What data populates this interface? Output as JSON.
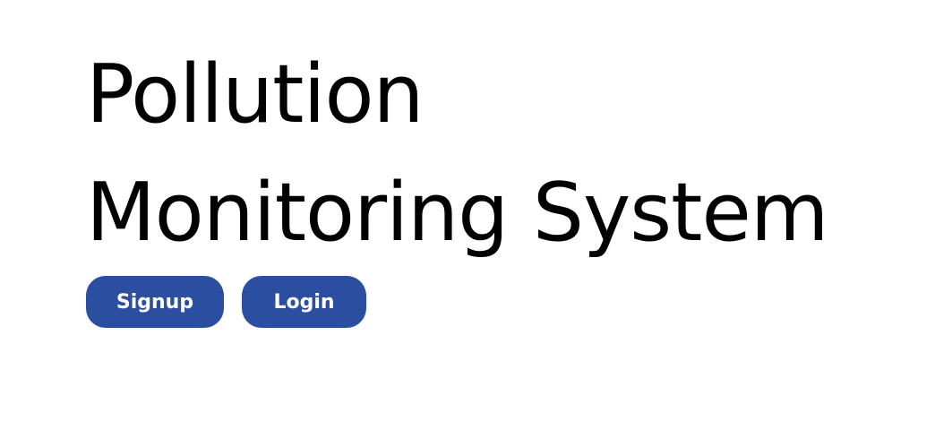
{
  "hero": {
    "title_line_1": "Pollution",
    "title_line_2": "Monitoring System"
  },
  "actions": {
    "signup_label": "Signup",
    "login_label": "Login"
  },
  "colors": {
    "button_background": "#2B4EA0",
    "button_text": "#FFFFFF",
    "title_text": "#000000",
    "page_background": "#FFFFFF"
  }
}
